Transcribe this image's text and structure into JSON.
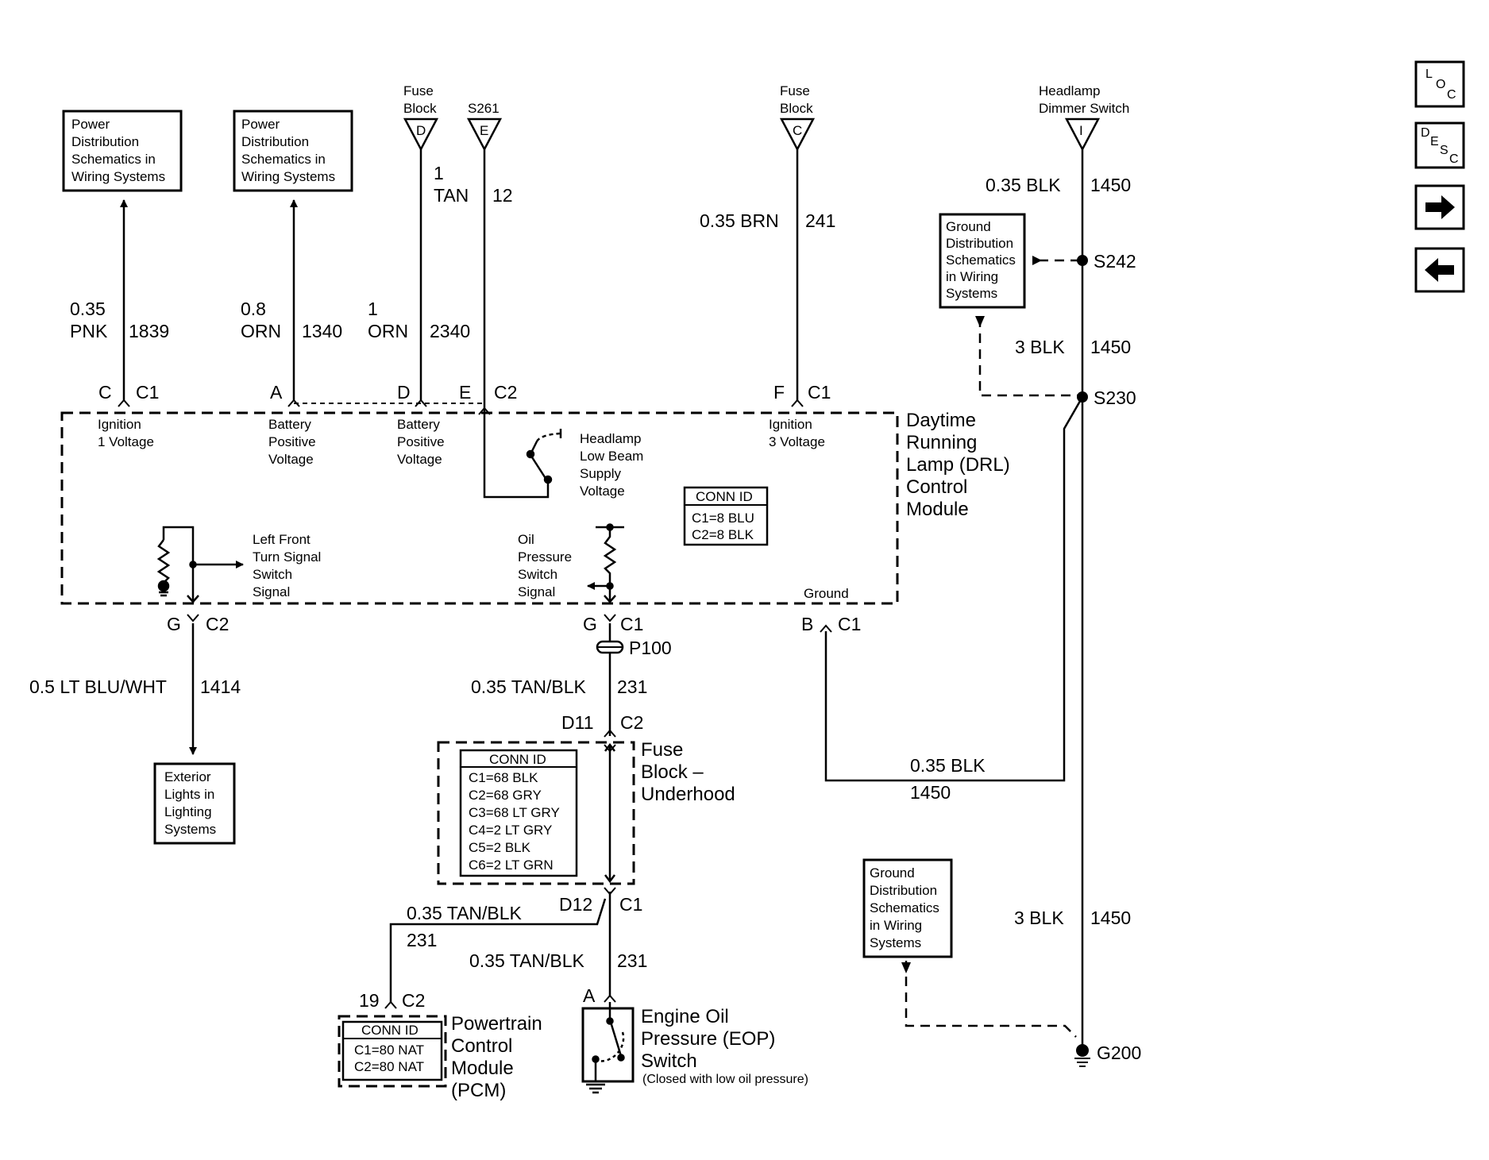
{
  "nav": {
    "loc_letters": [
      "L",
      "O",
      "C"
    ],
    "desc_letters": [
      "D",
      "E",
      "S",
      "C"
    ]
  },
  "refs": {
    "pwr1": [
      "Power",
      "Distribution",
      "Schematics in",
      "Wiring Systems"
    ],
    "pwr2": [
      "Power",
      "Distribution",
      "Schematics in",
      "Wiring Systems"
    ],
    "gnd1": [
      "Ground",
      "Distribution",
      "Schematics",
      "in Wiring",
      "Systems"
    ],
    "gnd2": [
      "Ground",
      "Distribution",
      "Schematics",
      "in Wiring",
      "Systems"
    ],
    "ext": [
      "Exterior",
      "Lights in",
      "Lighting",
      "Systems"
    ]
  },
  "sources": {
    "fuse_d": [
      "Fuse",
      "Block"
    ],
    "fuse_d_letter": "D",
    "s261": "S261",
    "s261_letter": "E",
    "fuse_c": [
      "Fuse",
      "Block"
    ],
    "fuse_c_letter": "C",
    "dimmer": [
      "Headlamp",
      "Dimmer Switch"
    ],
    "dimmer_letter": "I"
  },
  "wires": {
    "w1839": {
      "size": "0.35",
      "color": "PNK",
      "circuit": "1839"
    },
    "w1340": {
      "size": "0.8",
      "color": "ORN",
      "circuit": "1340"
    },
    "w2340": {
      "size": "1",
      "color": "ORN",
      "circuit": "2340"
    },
    "w12": {
      "size": "1",
      "color": "TAN",
      "circuit": "12"
    },
    "w241": {
      "label": "0.35 BRN",
      "circuit": "241"
    },
    "w1450_top": {
      "label": "0.35 BLK",
      "circuit": "1450"
    },
    "w1450_mid": {
      "label": "3 BLK",
      "circuit": "1450"
    },
    "w1450_bot": {
      "label": "3 BLK",
      "circuit": "1450"
    },
    "w1450_gnd": {
      "label": "0.35 BLK",
      "circuit": "1450"
    },
    "w1414": {
      "label": "0.5 LT BLU/WHT",
      "circuit": "1414"
    },
    "w231_a": {
      "label": "0.35 TAN/BLK",
      "circuit": "231"
    },
    "w231_b": {
      "label": "0.35 TAN/BLK",
      "circuit": "231"
    },
    "w231_c": {
      "label": "0.35 TAN/BLK",
      "circuit": "231"
    }
  },
  "splices": {
    "s242": "S242",
    "s230": "S230",
    "g200": "G200",
    "p100": "P100"
  },
  "pins": {
    "c": "C",
    "c1": "C1",
    "a": "A",
    "d": "D",
    "e": "E",
    "c2": "C2",
    "f": "F",
    "g": "G",
    "b": "B",
    "d11": "D11",
    "d12": "D12",
    "n19": "19",
    "pin_a": "A"
  },
  "drl": {
    "title": [
      "Daytime",
      "Running",
      "Lamp (DRL)",
      "Control",
      "Module"
    ],
    "ign1": [
      "Ignition",
      "1 Voltage"
    ],
    "bat1": [
      "Battery",
      "Positive",
      "Voltage"
    ],
    "bat2": [
      "Battery",
      "Positive",
      "Voltage"
    ],
    "ign3": [
      "Ignition",
      "3 Voltage"
    ],
    "headlamp": [
      "Headlamp",
      "Low Beam",
      "Supply",
      "Voltage"
    ],
    "turn": [
      "Left Front",
      "Turn Signal",
      "Switch",
      "Signal"
    ],
    "oil": [
      "Oil",
      "Pressure",
      "Switch",
      "Signal"
    ],
    "ground": "Ground",
    "conn": [
      "CONN ID",
      "C1=8 BLU",
      "C2=8 BLK"
    ]
  },
  "fuse_underhood": {
    "title": [
      "Fuse",
      "Block –",
      "Underhood"
    ],
    "conn": [
      "CONN ID",
      "C1=68 BLK",
      "C2=68 GRY",
      "C3=68 LT GRY",
      "C4=2 LT GRY",
      "C5=2 BLK",
      "C6=2 LT GRN"
    ]
  },
  "pcm": {
    "title": [
      "Powertrain",
      "Control",
      "Module",
      "(PCM)"
    ],
    "conn": [
      "CONN ID",
      "C1=80 NAT",
      "C2=80 NAT"
    ]
  },
  "eop": {
    "title": [
      "Engine Oil",
      "Pressure (EOP)",
      "Switch"
    ],
    "note": "(Closed with low oil pressure)"
  }
}
